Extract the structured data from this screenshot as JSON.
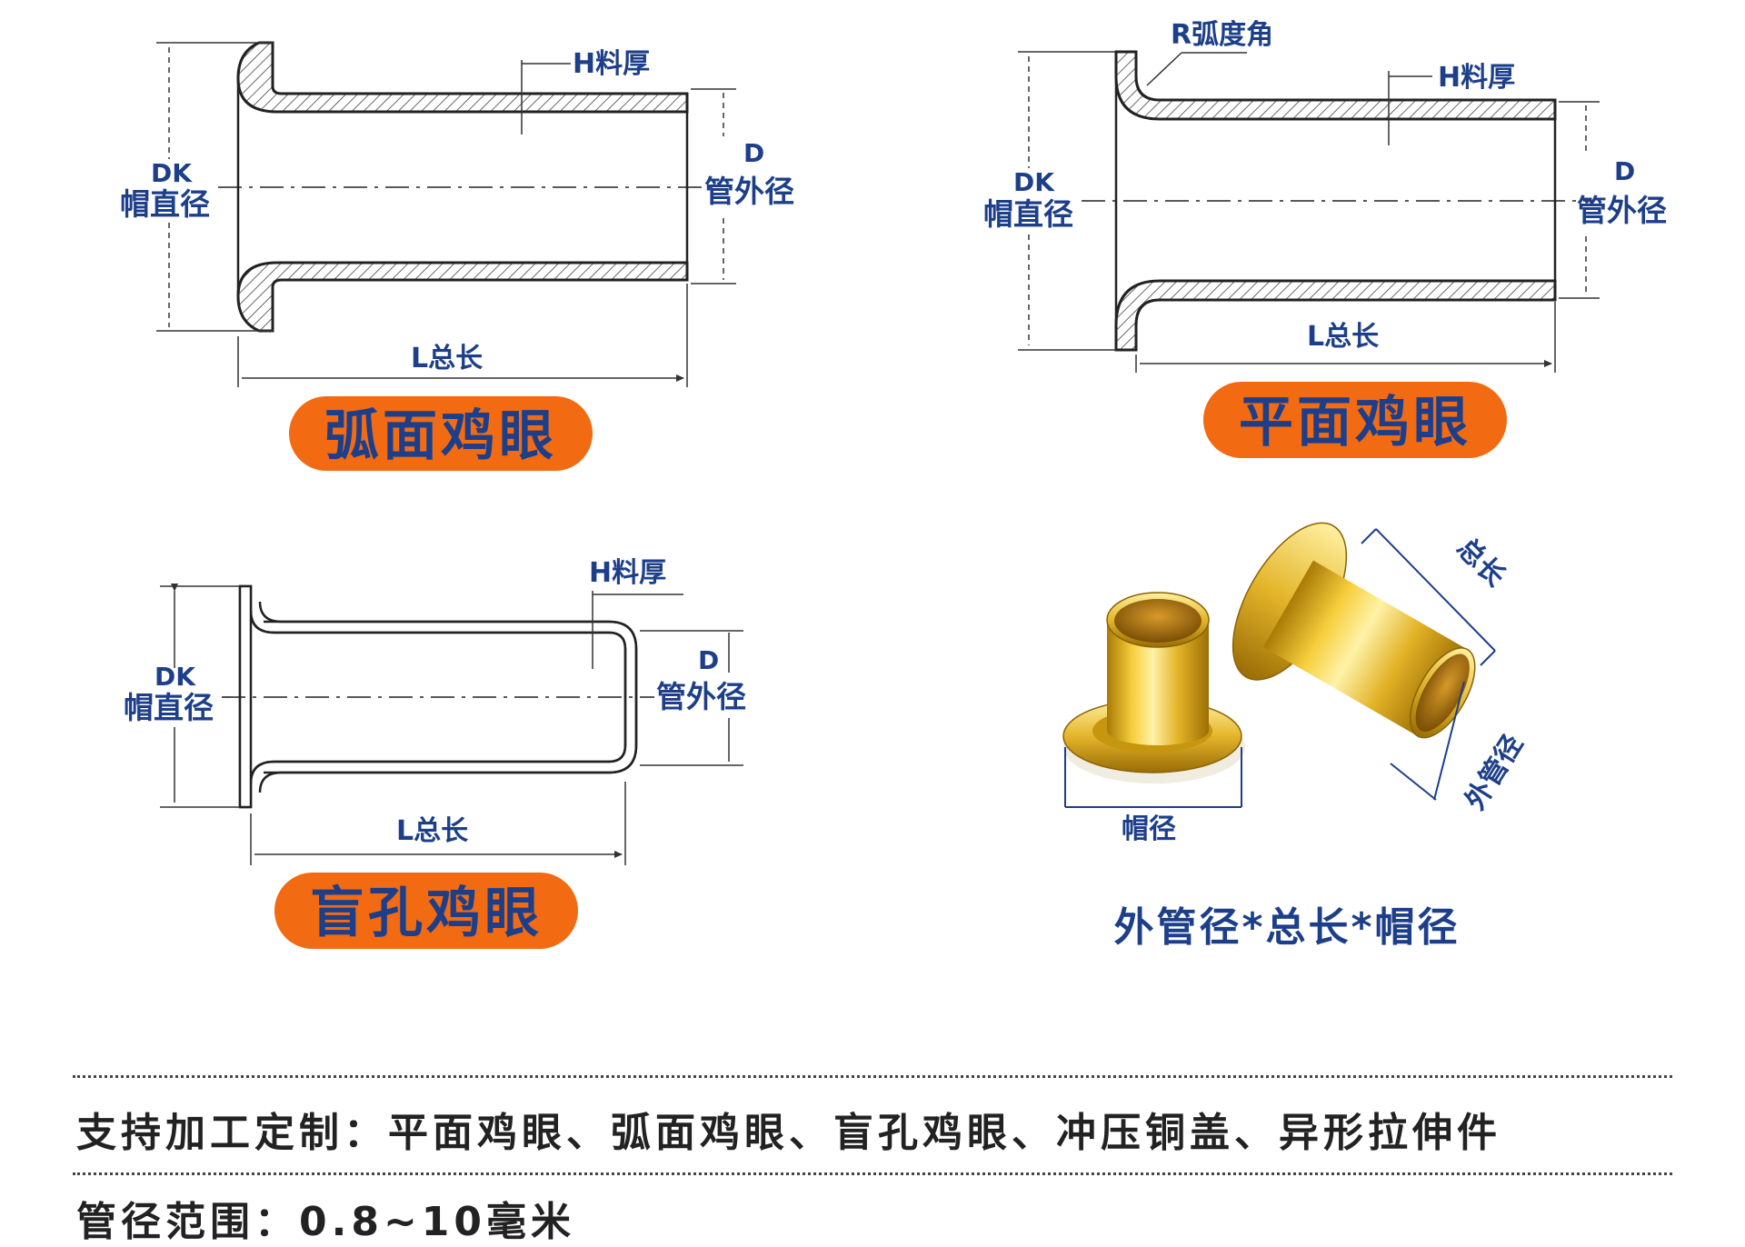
{
  "diagrams": {
    "arc": {
      "thickness": "H料厚",
      "diameter_code": "D",
      "diameter": "管外径",
      "head_code": "DK",
      "head": "帽直径",
      "length": "L总长",
      "badge": "弧面鸡眼"
    },
    "flat": {
      "radius": "R弧度角",
      "thickness": "H料厚",
      "diameter_code": "D",
      "diameter": "管外径",
      "head_code": "DK",
      "head": "帽直径",
      "length": "L总长",
      "badge": "平面鸡眼"
    },
    "blind": {
      "thickness": "H料厚",
      "diameter_code": "D",
      "diameter": "管外径",
      "head_code": "DK",
      "head": "帽直径",
      "length": "L总长",
      "badge": "盲孔鸡眼"
    },
    "photo": {
      "total_length": "总长",
      "outer_diameter": "外管径",
      "head_diameter": "帽径",
      "spec_format": "外管径*总长*帽径"
    }
  },
  "footer": {
    "custom_line": "支持加工定制：平面鸡眼、弧面鸡眼、盲孔鸡眼、冲压铜盖、异形拉伸件",
    "range_line": "管径范围：0.8~10毫米"
  },
  "colors": {
    "badge_bg": "#f26a12",
    "label_text": "#1d3f8a",
    "brass_light": "#ffe37a",
    "brass_dark": "#b5830a"
  }
}
